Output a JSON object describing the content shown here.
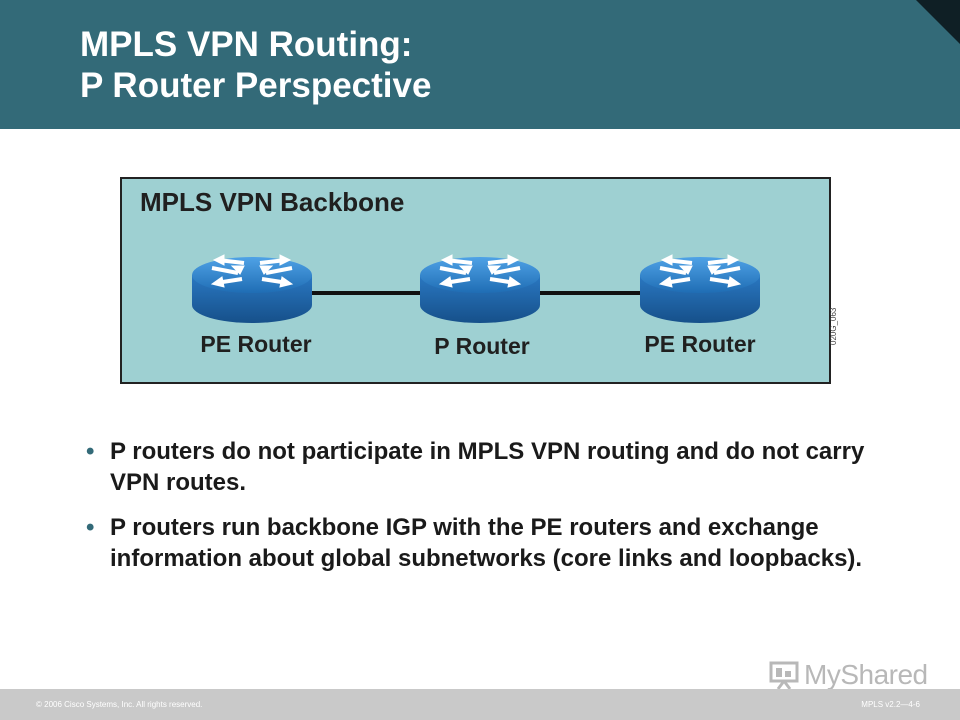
{
  "slide": {
    "title_line1": "MPLS VPN Routing:",
    "title_line2": "P Router Perspective"
  },
  "diagram": {
    "title": "MPLS VPN Backbone",
    "routers": [
      {
        "label": "PE Router"
      },
      {
        "label": "P Router"
      },
      {
        "label": "PE Router"
      }
    ],
    "figure_id": "020G_063",
    "colors": {
      "backbone_bg": "#9ed0d2",
      "router_blue": "#2b7bc4"
    }
  },
  "bullets": [
    "P routers do not participate in MPLS VPN routing and do not carry VPN routes.",
    "P routers run backbone IGP with the PE routers and exchange information about global subnetworks (core links and loopbacks)."
  ],
  "footer": {
    "copyright": "© 2006 Cisco Systems, Inc. All rights reserved.",
    "page": "MPLS v2.2—4-6",
    "logo": "MyShared"
  },
  "colors": {
    "header": "#336a78",
    "footer": "#c9c9c9"
  }
}
